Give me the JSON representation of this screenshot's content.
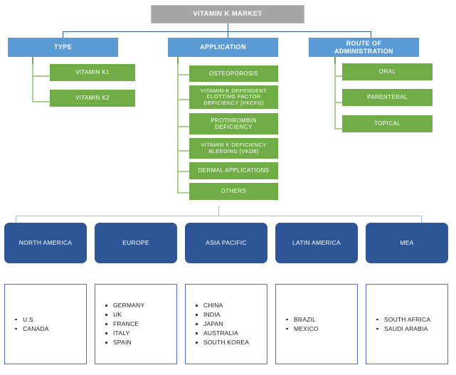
{
  "title": {
    "label": "VITAMIN K MARKET"
  },
  "categories": [
    {
      "id": "type",
      "label": "TYPE"
    },
    {
      "id": "application",
      "label": "APPLICATION"
    },
    {
      "id": "route-of-administration",
      "label": "ROUTE OF\nADMINISTRATION",
      "line1": "ROUTE OF",
      "line2": "ADMINISTRATION"
    }
  ],
  "type_items": [
    {
      "label": "VITAMIN K1"
    },
    {
      "label": "VITAMIN K2"
    }
  ],
  "application_items": [
    {
      "label": "OSTEOPOROSIS"
    },
    {
      "label": "VITAMIN-K DEPENDENT CLOTTING FACTOR DEFICIENCY [VKCFD]"
    },
    {
      "label": "PROTHROMBIN DEFICIENCY"
    },
    {
      "label": "VITAMIN K DEFICIENCY BLEEDING [VKDB]"
    },
    {
      "label": "DERMAL APPLICATIONS"
    },
    {
      "label": "OTHERS"
    }
  ],
  "route_items": [
    {
      "label": "ORAL"
    },
    {
      "label": "PARENTERAL"
    },
    {
      "label": "TOPICAL"
    }
  ],
  "regions": [
    {
      "label": "NORTH AMERICA",
      "countries": [
        "U.S.",
        "CANADA"
      ]
    },
    {
      "label": "EUROPE",
      "countries": [
        "GERMANY",
        "UK",
        "FRANCE",
        "ITALY",
        "SPAIN"
      ]
    },
    {
      "label": "ASIA PACIFIC",
      "countries": [
        "CHINA",
        "INDIA",
        "JAPAN",
        "AUSTRALIA",
        "SOUTH KOREA"
      ]
    },
    {
      "label": "LATIN AMERICA",
      "countries": [
        "BRAZIL",
        "MEXICO"
      ]
    },
    {
      "label": "MEA",
      "countries": [
        "SOUTH AFRICA",
        "SAUDI ARABIA"
      ]
    }
  ],
  "colors": {
    "title_fill": "#a5a5a5",
    "category_fill": "#5b9bd5",
    "subitem_fill": "#70ad47",
    "region_fill": "#2e5596",
    "country_border": "#4472c4",
    "connector_blue": "#2e5fa3",
    "connector_green": "#a9d18e",
    "connector_light_blue": "#9dc3e6"
  }
}
